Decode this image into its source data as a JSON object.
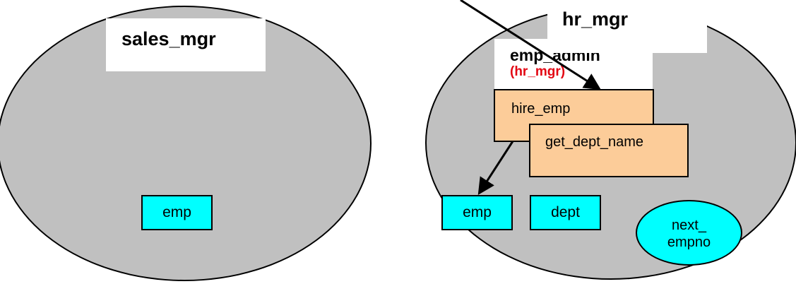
{
  "sales_schema": {
    "label": "sales_mgr",
    "table": "emp"
  },
  "hr_schema": {
    "label": "hr_mgr",
    "package": {
      "name": "emp_admin",
      "owner": "(hr_mgr)",
      "owner_color": "#e30613"
    },
    "procedures": [
      "hire_emp",
      "get_dept_name"
    ],
    "tables": [
      "emp",
      "dept"
    ],
    "sequence": {
      "line1": "next_",
      "line2": "empno"
    }
  },
  "colors": {
    "schema_fill": "#c0c0c0",
    "procedure_fill": "#fccc99",
    "table_fill": "#00ffff"
  }
}
